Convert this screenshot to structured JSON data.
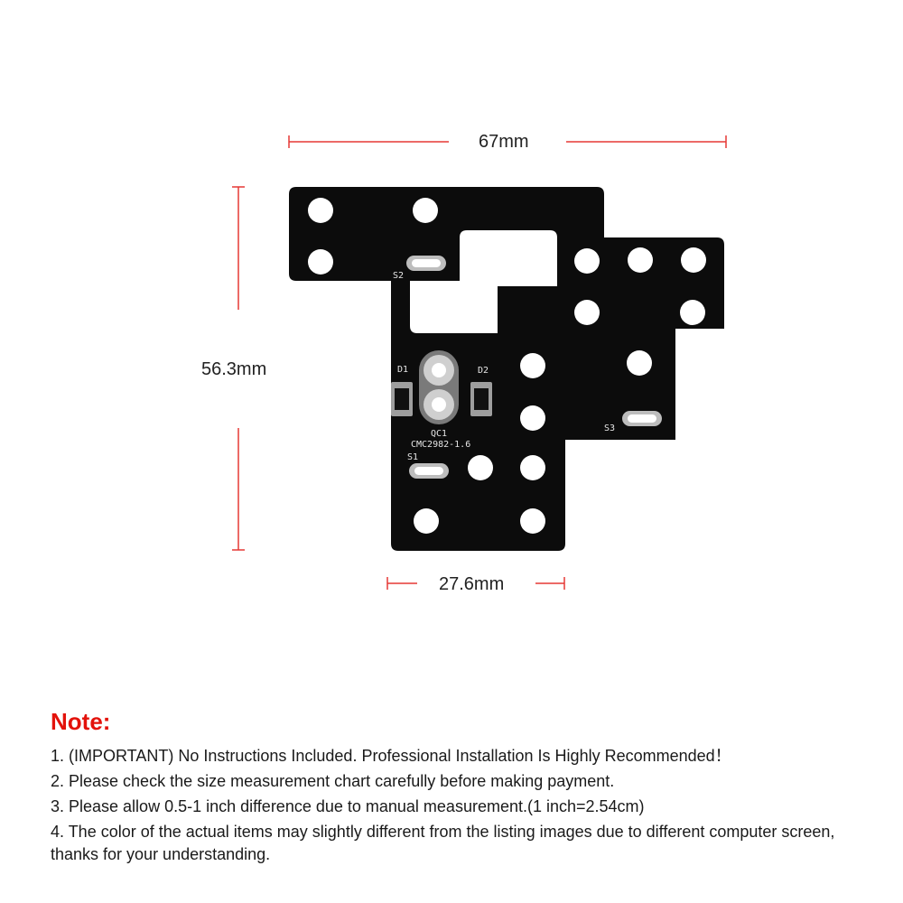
{
  "dimensions": {
    "width_label": "67mm",
    "height_label": "56.3mm",
    "bottom_label": "27.6mm"
  },
  "board": {
    "labels": {
      "s1": "S1",
      "s2": "S2",
      "s3": "S3",
      "d1": "D1",
      "d2": "D2",
      "qc1": "QC1",
      "model": "CMC2982-1.6"
    }
  },
  "colors": {
    "dimension_line": "#e53935",
    "board": "#0c0c0c",
    "note_title": "#e3120b"
  },
  "notes": {
    "title": "Note:",
    "items": [
      "1. (IMPORTANT) No Instructions Included. Professional Installation Is Highly Recommended！",
      "2. Please check the size measurement chart carefully before making payment.",
      "3. Please allow 0.5-1 inch difference due to manual measurement.(1 inch=2.54cm)",
      "4. The color of the actual items may slightly different from the listing images due to different computer screen, thanks for your understanding."
    ]
  }
}
